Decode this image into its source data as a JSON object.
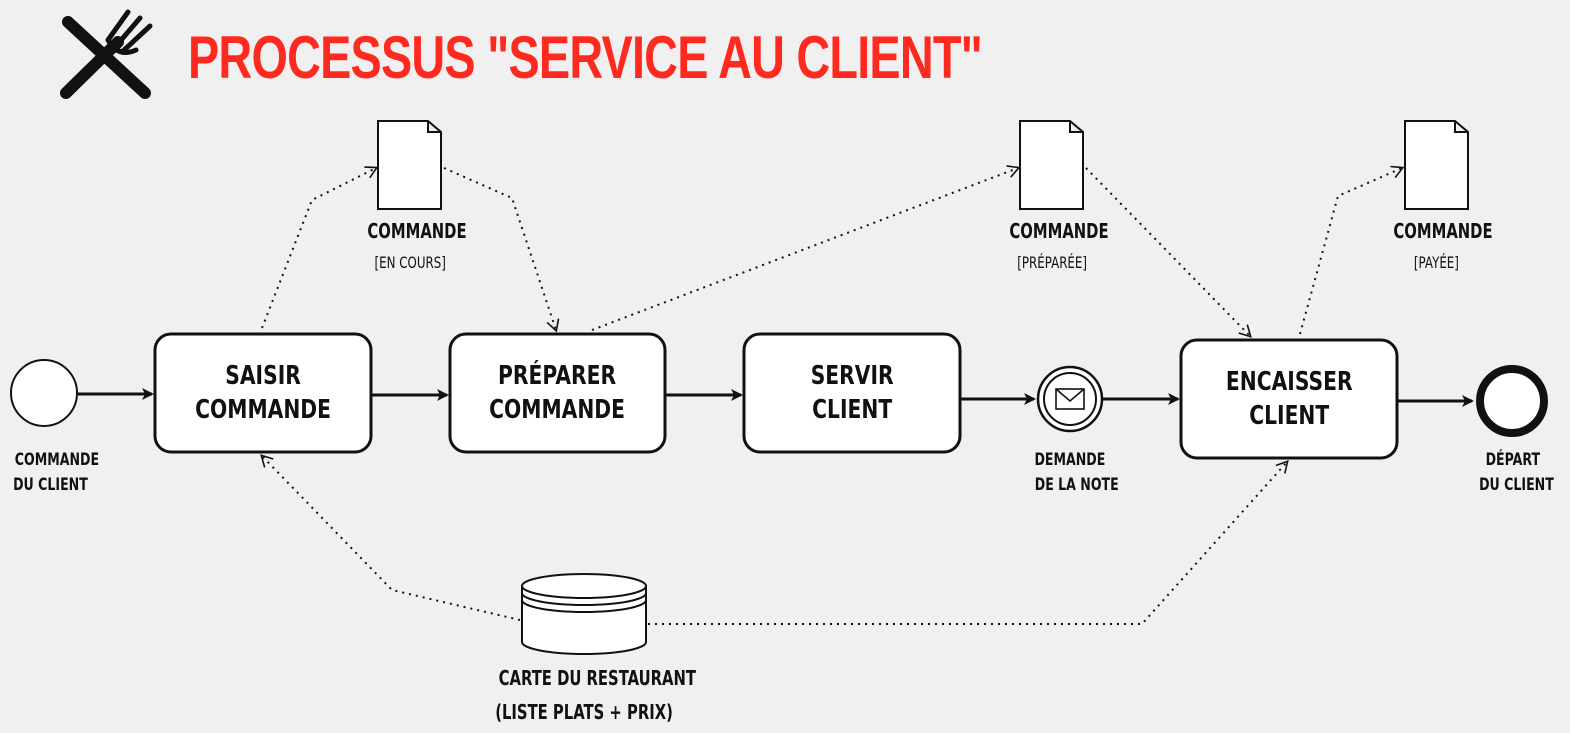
{
  "title": "PROCESSUS \"SERVICE AU CLIENT\"",
  "events": {
    "start": {
      "line1": "COMMANDE",
      "line2": "DU CLIENT"
    },
    "message": {
      "line1": "DEMANDE",
      "line2": "DE LA NOTE"
    },
    "end": {
      "line1": "DÉPART",
      "line2": "DU CLIENT"
    }
  },
  "tasks": [
    {
      "label": "SAISIR\nCOMMANDE"
    },
    {
      "label": "PRÉPARER\nCOMMANDE"
    },
    {
      "label": "SERVIR\nCLIENT"
    },
    {
      "label": "ENCAISSER\nCLIENT"
    }
  ],
  "documents": [
    {
      "name": "COMMANDE",
      "state": "[EN COURS]"
    },
    {
      "name": "COMMANDE",
      "state": "[PRÉPARÉE]"
    },
    {
      "name": "COMMANDE",
      "state": "[PAYÉE]"
    }
  ],
  "datastore": {
    "line1": "CARTE DU RESTAURANT",
    "line2": "(LISTE PLATS + PRIX)"
  },
  "colors": {
    "title": "#ff2a1f",
    "stroke": "#111111",
    "background": "#f0f0f0"
  },
  "icons": [
    "cutlery-icon",
    "envelope-icon"
  ]
}
